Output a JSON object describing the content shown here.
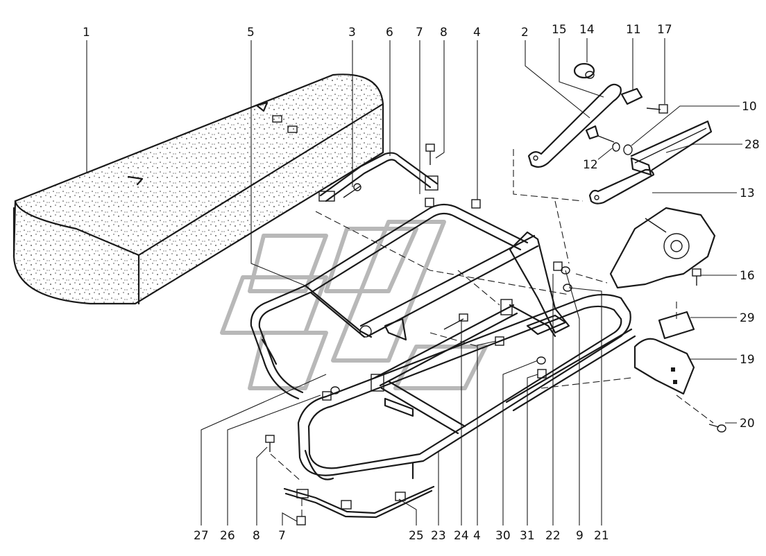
{
  "callouts": [
    {
      "id": "1",
      "text": "1"
    },
    {
      "id": "5",
      "text": "5"
    },
    {
      "id": "3",
      "text": "3"
    },
    {
      "id": "6",
      "text": "6"
    },
    {
      "id": "7a",
      "text": "7"
    },
    {
      "id": "8a",
      "text": "8"
    },
    {
      "id": "4a",
      "text": "4"
    },
    {
      "id": "2",
      "text": "2"
    },
    {
      "id": "15",
      "text": "15"
    },
    {
      "id": "14",
      "text": "14"
    },
    {
      "id": "11",
      "text": "11"
    },
    {
      "id": "17",
      "text": "17"
    },
    {
      "id": "10",
      "text": "10"
    },
    {
      "id": "28",
      "text": "28"
    },
    {
      "id": "12",
      "text": "12"
    },
    {
      "id": "13",
      "text": "13"
    },
    {
      "id": "16",
      "text": "16"
    },
    {
      "id": "29",
      "text": "29"
    },
    {
      "id": "19",
      "text": "19"
    },
    {
      "id": "20",
      "text": "20"
    },
    {
      "id": "27",
      "text": "27"
    },
    {
      "id": "26",
      "text": "26"
    },
    {
      "id": "8b",
      "text": "8"
    },
    {
      "id": "7b",
      "text": "7"
    },
    {
      "id": "25",
      "text": "25"
    },
    {
      "id": "23",
      "text": "23"
    },
    {
      "id": "24",
      "text": "24"
    },
    {
      "id": "4b",
      "text": "4"
    },
    {
      "id": "30",
      "text": "30"
    },
    {
      "id": "31",
      "text": "31"
    },
    {
      "id": "22",
      "text": "22"
    },
    {
      "id": "9",
      "text": "9"
    },
    {
      "id": "21",
      "text": "21"
    }
  ],
  "colors": {
    "ink": "#1a1a1a",
    "paper": "#ffffff",
    "watermark": "#b8b8b8"
  }
}
